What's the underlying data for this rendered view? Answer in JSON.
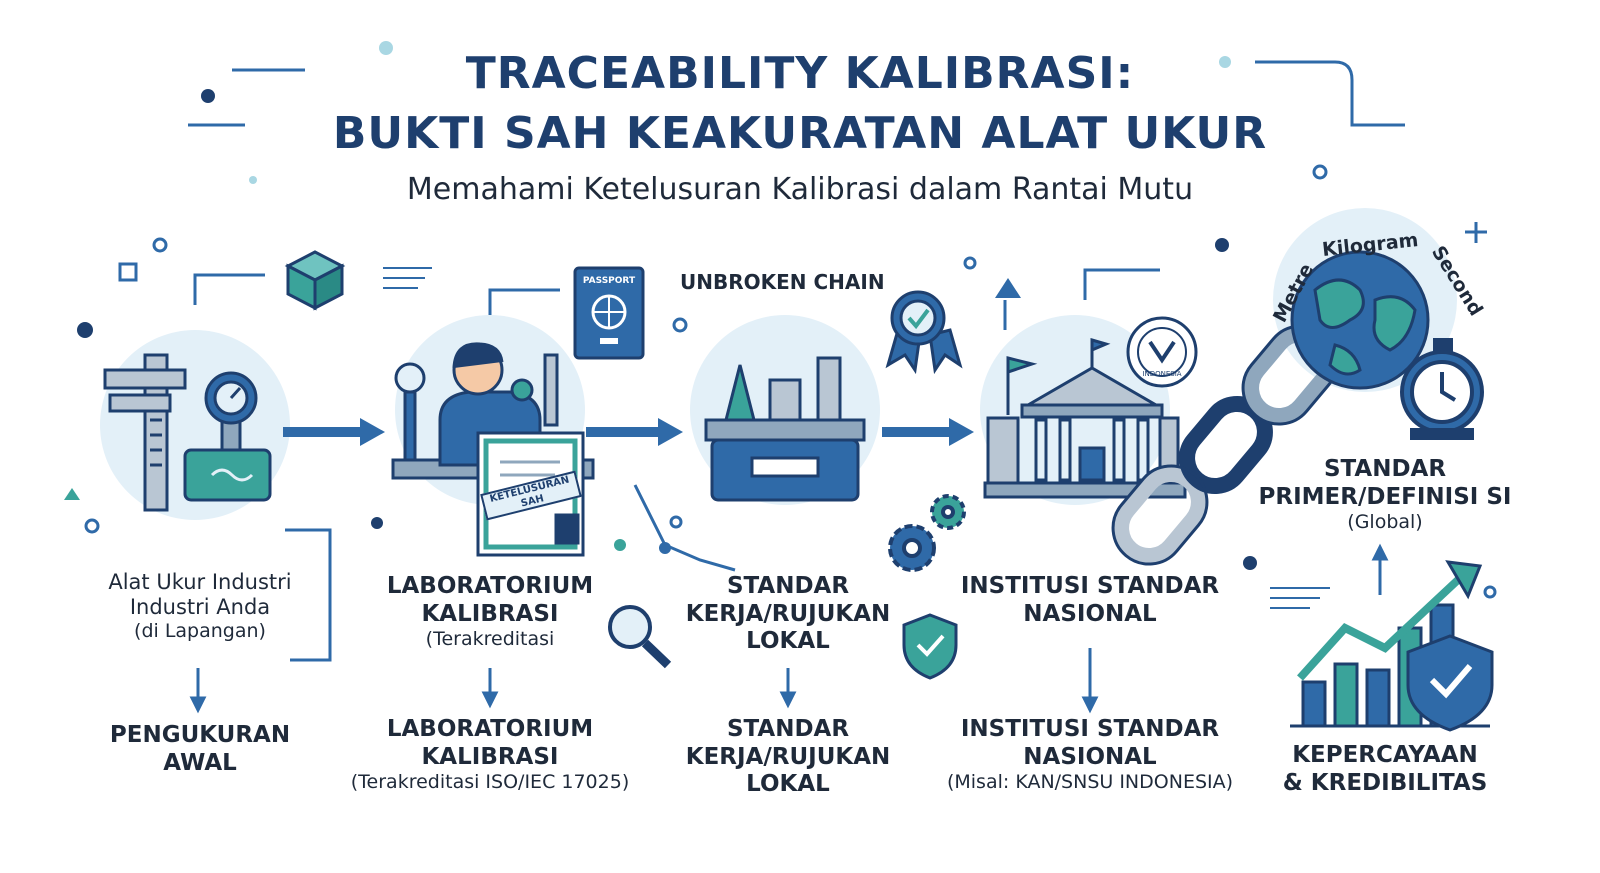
{
  "title": {
    "line1": "TRACEABILITY KALIBRASI:",
    "line2": "BUKTI SAH KEAKURATAN ALAT UKUR",
    "subtitle": "Memahami Ketelusuran Kalibrasi dalam Rantai Mutu"
  },
  "steps": [
    {
      "upper": [
        "Alat Ukur Industri",
        "Industri Anda",
        "(di Lapangan)"
      ],
      "lower": [
        "PENGUKURAN",
        "AWAL"
      ]
    },
    {
      "upper": [
        "LABORATORIUM",
        "KALIBRASI",
        "(Terakreditasi"
      ],
      "lower": [
        "LABORATORIUM",
        "KALIBRASI",
        "(Terakreditasi ISO/IEC 17025)"
      ]
    },
    {
      "upper": [
        "STANDAR",
        "KERJA/RUJUKAN",
        "LOKAL"
      ],
      "lower": [
        "STANDAR",
        "KERJA/RUJUKAN",
        "LOKAL"
      ]
    },
    {
      "upper": [
        "INSTITUSI STANDAR",
        "NASIONAL"
      ],
      "lower": [
        "INSTITUSI STANDAR",
        "NASIONAL",
        "(Misal: KAN/SNSU INDONESIA)"
      ]
    },
    {
      "upper": [
        "STANDAR",
        "PRIMER/DEFINISI SI",
        "(Global)"
      ],
      "lower": [
        "KEPERCAYAAN",
        "& KREDIBILITAS"
      ]
    }
  ],
  "chain_label": "UNBROKEN CHAIN",
  "passport_text": "PASSPORT",
  "stamp_text": [
    "KETELUSURAN",
    "SAH"
  ],
  "seal_text": [
    "INDONESIA"
  ],
  "si_units": [
    "Metre",
    "Kilogram",
    "Second"
  ],
  "colors": {
    "navy": "#1e3f6e",
    "blue": "#2f6aa8",
    "teal": "#3aa39a",
    "light": "#e3f0f8"
  }
}
